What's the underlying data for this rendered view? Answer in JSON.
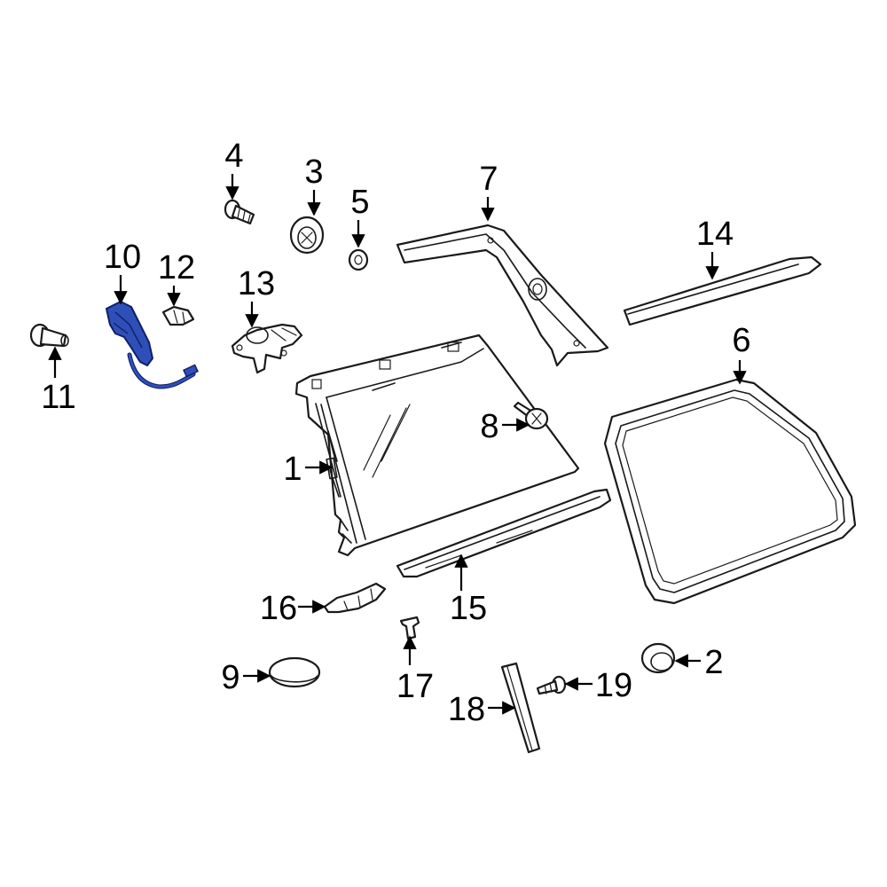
{
  "colors": {
    "line": "#1a1a1a",
    "highlight_fill": "#2f4fb8",
    "highlight_stroke": "#0f1f66",
    "background": "#ffffff"
  },
  "callouts": {
    "c1": "1",
    "c2": "2",
    "c3": "3",
    "c4": "4",
    "c5": "5",
    "c6": "6",
    "c7": "7",
    "c8": "8",
    "c9": "9",
    "c10": "10",
    "c11": "11",
    "c12": "12",
    "c13": "13",
    "c14": "14",
    "c15": "15",
    "c16": "16",
    "c17": "17",
    "c18": "18",
    "c19": "19"
  },
  "highlighted_part": "10"
}
